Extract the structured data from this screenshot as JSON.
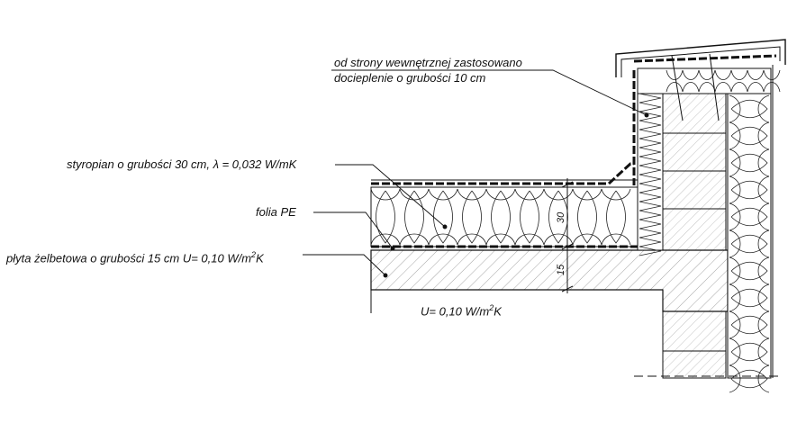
{
  "labels": {
    "inner_insulation_line1": "od strony wewnętrznej zastosowano",
    "inner_insulation_line2": "docieplenie o grubości 10 cm",
    "styrofoam": "styropian o grubości 30 cm, λ = 0,032 W/mK",
    "foil": "folia PE",
    "slab_prefix": "płyta żelbetowa o grubości 15 cm  U= 0,10 W/m",
    "slab_sup": "2",
    "slab_suffix": "K",
    "u_bottom_prefix": "U= 0,10 W/m",
    "u_bottom_sup": "2",
    "u_bottom_suffix": "K"
  },
  "dimensions": {
    "insulation_thickness": "30",
    "slab_thickness": "15"
  },
  "colors": {
    "line": "#111111",
    "hatch": "#555555"
  }
}
